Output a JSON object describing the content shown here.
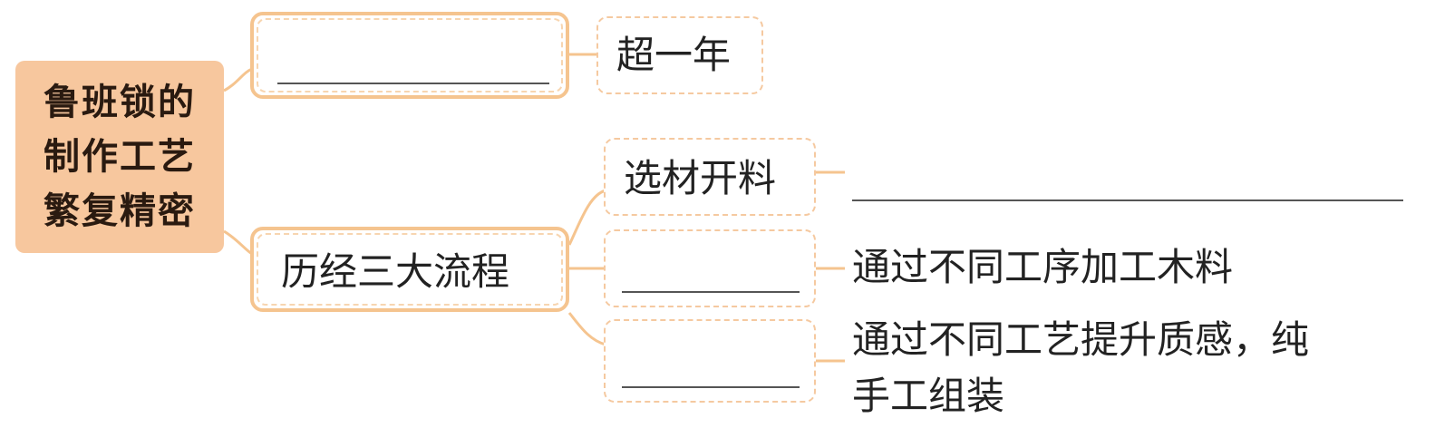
{
  "root": {
    "lines": [
      "鲁班锁的",
      "制作工艺",
      "繁复精密"
    ]
  },
  "branch_time": {
    "answer": "",
    "result": "超一年"
  },
  "branch_process": {
    "label": "历经三大流程",
    "steps": [
      {
        "name": "选材开料",
        "description": ""
      },
      {
        "name": "",
        "description": "通过不同工序加工木料"
      },
      {
        "name": "",
        "description_lines": [
          "通过不同工艺提升质感，纯",
          "手工组装"
        ]
      }
    ]
  },
  "colors": {
    "root_fill": "#f7c79e",
    "connector": "#f5c48f",
    "border_dashed": "#f5c9a0"
  }
}
